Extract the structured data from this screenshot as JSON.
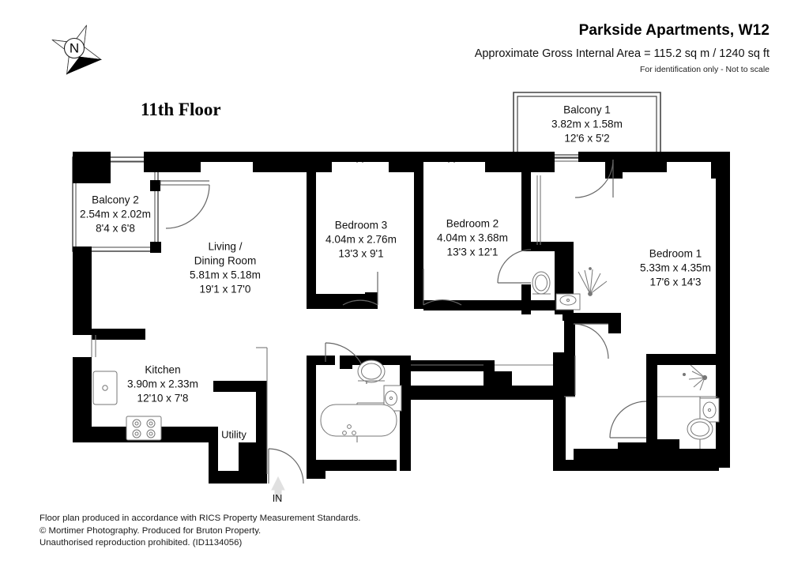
{
  "header": {
    "title": "Parkside Apartments, W12",
    "subtitle": "Approximate Gross Internal Area = 115.2 sq m / 1240 sq ft",
    "disclaimer": "For identification only - Not to scale"
  },
  "floor_label": "11th Floor",
  "compass": {
    "north_letter": "N"
  },
  "rooms": [
    {
      "id": "balcony-1",
      "name": "Balcony 1",
      "metric": "3.82m x 1.58m",
      "imperial": "12'6 x 5'2"
    },
    {
      "id": "balcony-2",
      "name": "Balcony 2",
      "metric": "2.54m x 2.02m",
      "imperial": "8'4 x 6'8"
    },
    {
      "id": "living-dining-room",
      "name": "Living /",
      "name2": "Dining Room",
      "metric": "5.81m x 5.18m",
      "imperial": "19'1 x 17'0"
    },
    {
      "id": "bedroom-3",
      "name": "Bedroom 3",
      "metric": "4.04m x 2.76m",
      "imperial": "13'3 x 9'1"
    },
    {
      "id": "bedroom-2",
      "name": "Bedroom 2",
      "metric": "4.04m x 3.68m",
      "imperial": "13'3 x 12'1"
    },
    {
      "id": "bedroom-1",
      "name": "Bedroom 1",
      "metric": "5.33m x 4.35m",
      "imperial": "17'6 x 14'3"
    },
    {
      "id": "kitchen",
      "name": "Kitchen",
      "metric": "3.90m x 2.33m",
      "imperial": "12'10 x 7'8"
    },
    {
      "id": "utility",
      "name": "Utility",
      "metric": "",
      "imperial": ""
    }
  ],
  "entrance": {
    "label": "IN"
  },
  "footer": {
    "line1": "Floor plan produced in accordance with RICS Property Measurement Standards.",
    "line2": "© Mortimer Photography. Produced for Bruton Property.",
    "line3": "Unauthorised reproduction prohibited. (ID1134056)"
  },
  "colors": {
    "wall": "#000000",
    "background": "#ffffff",
    "thin_line": "#555555",
    "fixture_line": "#777777",
    "arrow": "#dddddd"
  }
}
